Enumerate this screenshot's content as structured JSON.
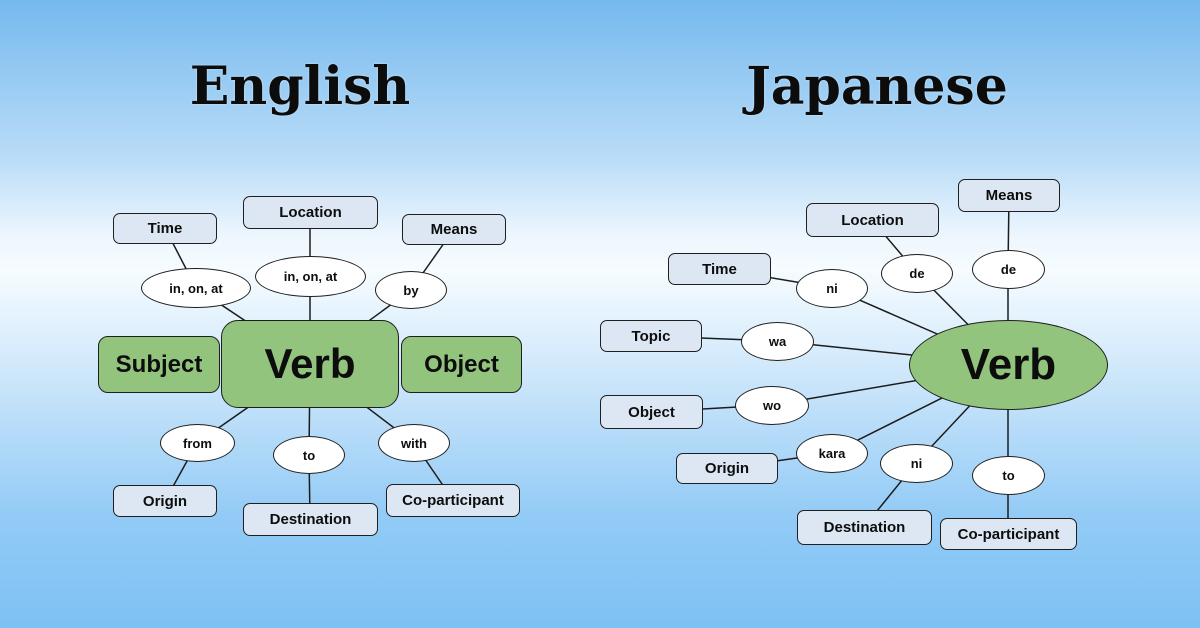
{
  "titles": {
    "left": "English",
    "right": "Japanese"
  },
  "colors": {
    "background_top": "#75b9ef",
    "background_middle": "#f6fcff",
    "background_bottom": "#7dc1f4",
    "role_box_fill": "#dce7f3",
    "core_green_fill": "#93c47d",
    "particle_fill": "#ffffff",
    "line_stroke": "#1c1c1c",
    "text_color": "#0d0d0d"
  },
  "english": {
    "verb": "Verb",
    "subject": "Subject",
    "object": "Object",
    "time": "Time",
    "location": "Location",
    "means": "Means",
    "origin": "Origin",
    "destination": "Destination",
    "co_participant": "Co-participant",
    "p_time": "in, on, at",
    "p_location": "in, on, at",
    "p_means": "by",
    "p_origin": "from",
    "p_destination": "to",
    "p_co_participant": "with"
  },
  "japanese": {
    "verb": "Verb",
    "means": "Means",
    "location": "Location",
    "time": "Time",
    "topic": "Topic",
    "object": "Object",
    "origin": "Origin",
    "destination": "Destination",
    "co_participant": "Co-participant",
    "p_means": "de",
    "p_location": "de",
    "p_time": "ni",
    "p_topic": "wa",
    "p_object": "wo",
    "p_origin": "kara",
    "p_destination": "ni",
    "p_co_participant": "to"
  }
}
